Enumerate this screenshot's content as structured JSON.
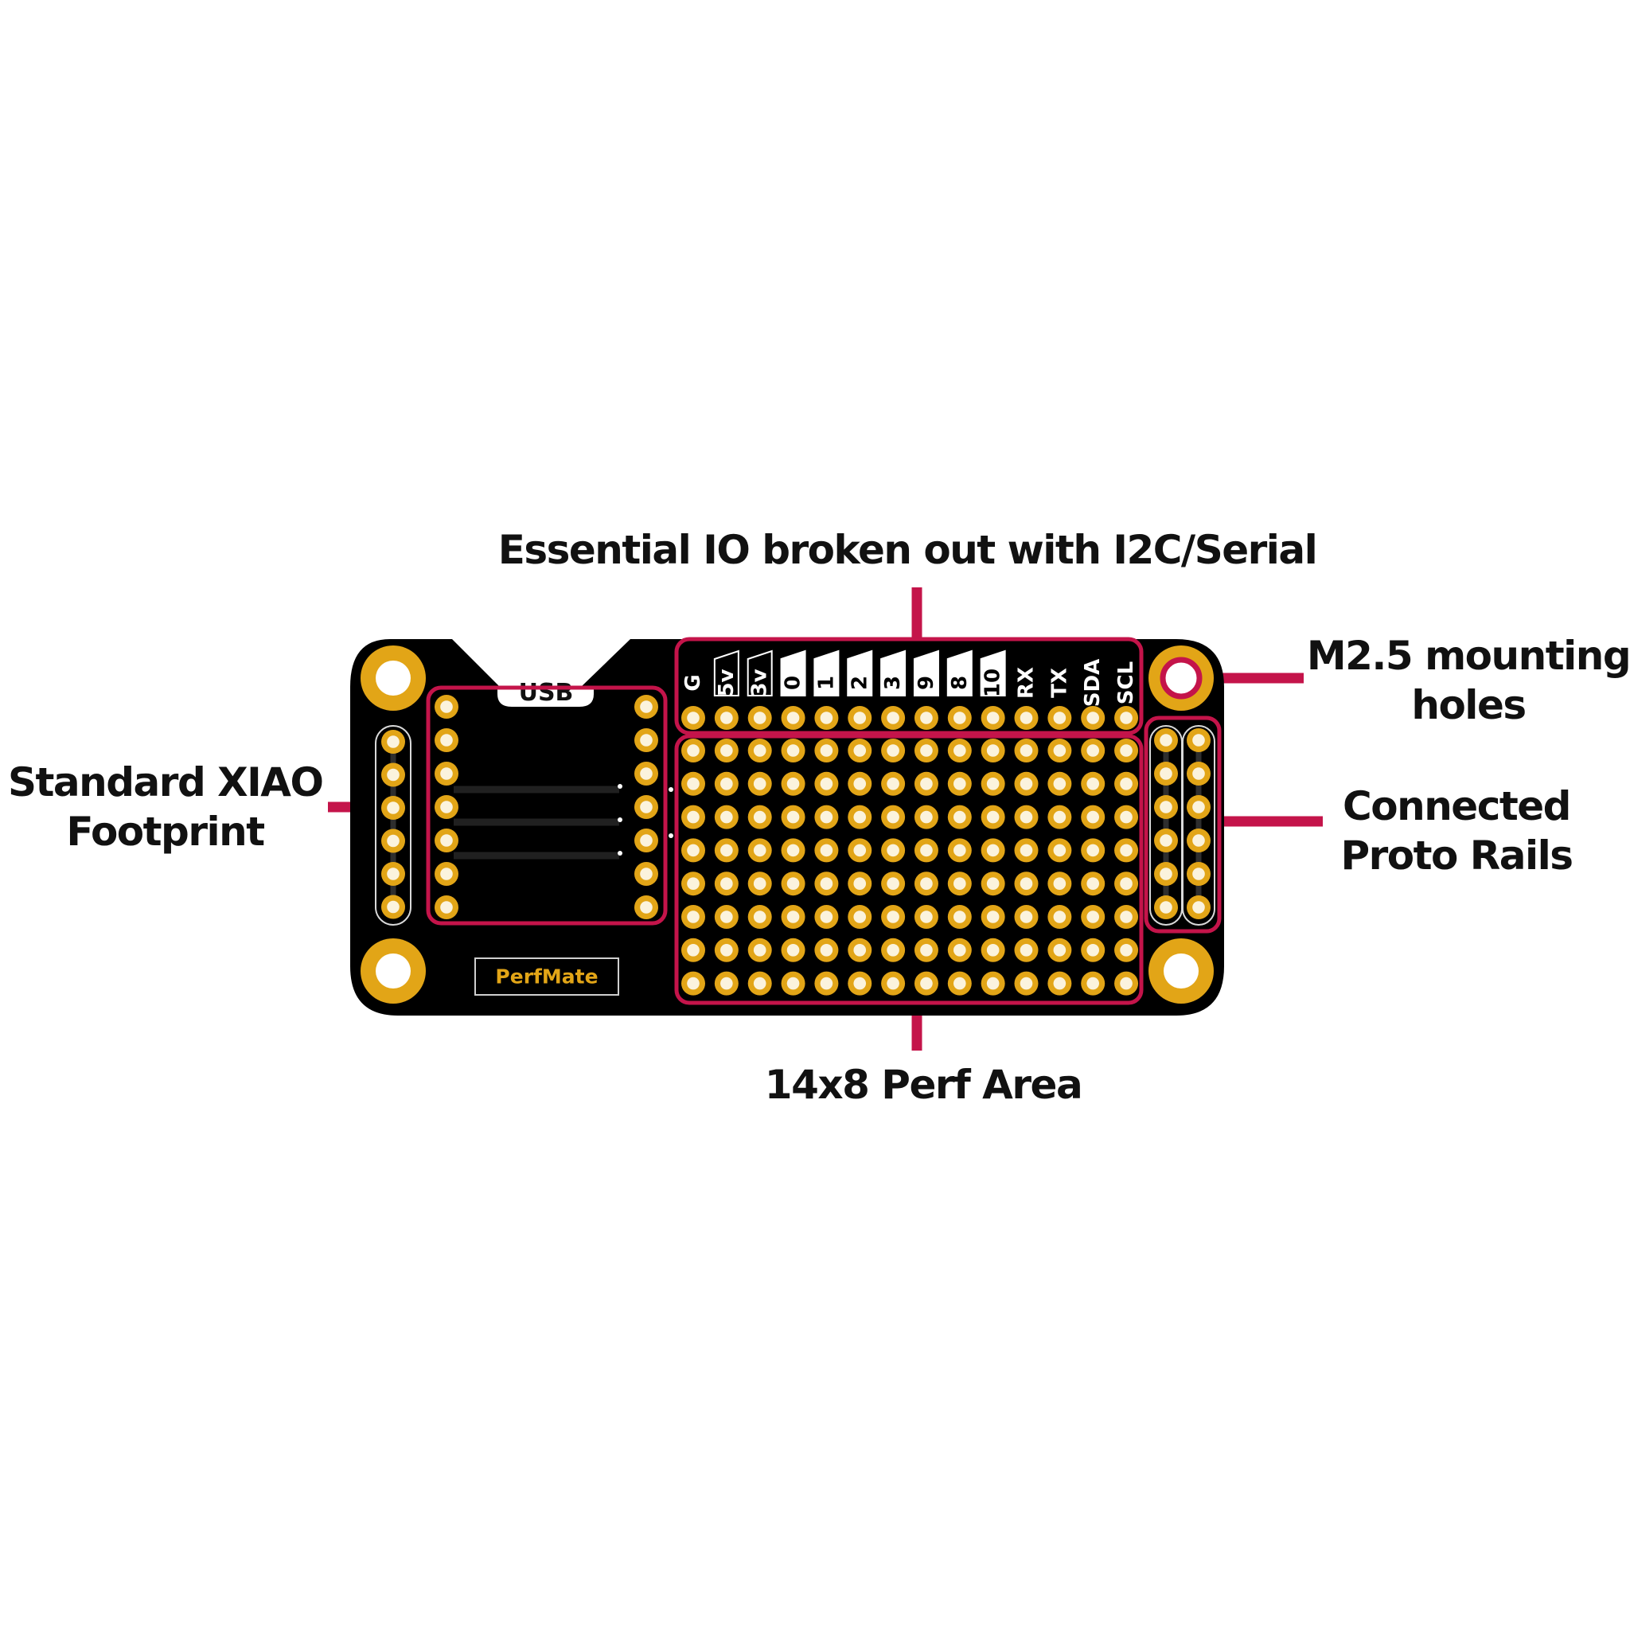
{
  "callouts": {
    "io": {
      "lines": [
        "Essential IO broken out with I2C/Serial"
      ]
    },
    "mounting": {
      "lines": [
        "M2.5 mounting",
        "holes"
      ]
    },
    "footprint": {
      "lines": [
        "Standard XIAO",
        "Footprint"
      ]
    },
    "rails": {
      "lines": [
        "Connected",
        "Proto Rails"
      ]
    },
    "perf": {
      "lines": [
        "14x8 Perf Area"
      ]
    }
  },
  "board": {
    "usb_label": "USB",
    "brand_label": "PerfMate",
    "pin_labels": [
      {
        "text": "G",
        "boxed": false
      },
      {
        "text": "5v",
        "boxed": true,
        "style": "outline"
      },
      {
        "text": "3v",
        "boxed": true,
        "style": "outline"
      },
      {
        "text": "0",
        "boxed": true,
        "style": "filled"
      },
      {
        "text": "1",
        "boxed": true,
        "style": "filled"
      },
      {
        "text": "2",
        "boxed": true,
        "style": "filled"
      },
      {
        "text": "3",
        "boxed": true,
        "style": "filled"
      },
      {
        "text": "9",
        "boxed": true,
        "style": "filled"
      },
      {
        "text": "8",
        "boxed": true,
        "style": "filled"
      },
      {
        "text": "10",
        "boxed": true,
        "style": "filled"
      },
      {
        "text": "RX",
        "boxed": false
      },
      {
        "text": "TX",
        "boxed": false
      },
      {
        "text": "SDA",
        "boxed": false
      },
      {
        "text": "SCL",
        "boxed": false
      }
    ],
    "perf_columns": 14,
    "perf_rows": 8
  },
  "colors": {
    "pcb": "#000000",
    "pad": "#e2a517",
    "hole": "#fbf3dd",
    "highlight": "#c4144a",
    "text": "#111111",
    "brand": "#e2a517"
  }
}
